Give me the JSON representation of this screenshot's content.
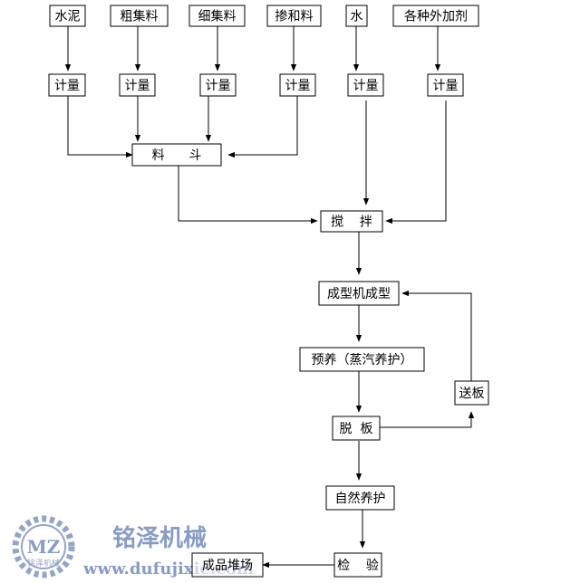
{
  "nodes": {
    "cement": "水泥",
    "coarse_aggregate": "粗集料",
    "fine_aggregate": "细集料",
    "admixture_material": "掺和料",
    "water": "水",
    "additives": "各种外加剂",
    "meter": "计量",
    "hopper": "料      斗",
    "mixing": "搅    拌",
    "forming": "成型机成型",
    "pre_curing": "预养（蒸汽养护）",
    "feed_plate": "送板",
    "demold": "脱  板",
    "natural_curing": "自然养护",
    "inspection": "检    验",
    "product_yard": "成品堆场"
  },
  "watermark": {
    "logo_letters": "MZ",
    "logo_sub": "铭泽机械",
    "brand": "铭泽机械",
    "url": "www.dufujixie.com"
  },
  "colors": {
    "watermark": "#7d91bd",
    "line": "#000000"
  }
}
